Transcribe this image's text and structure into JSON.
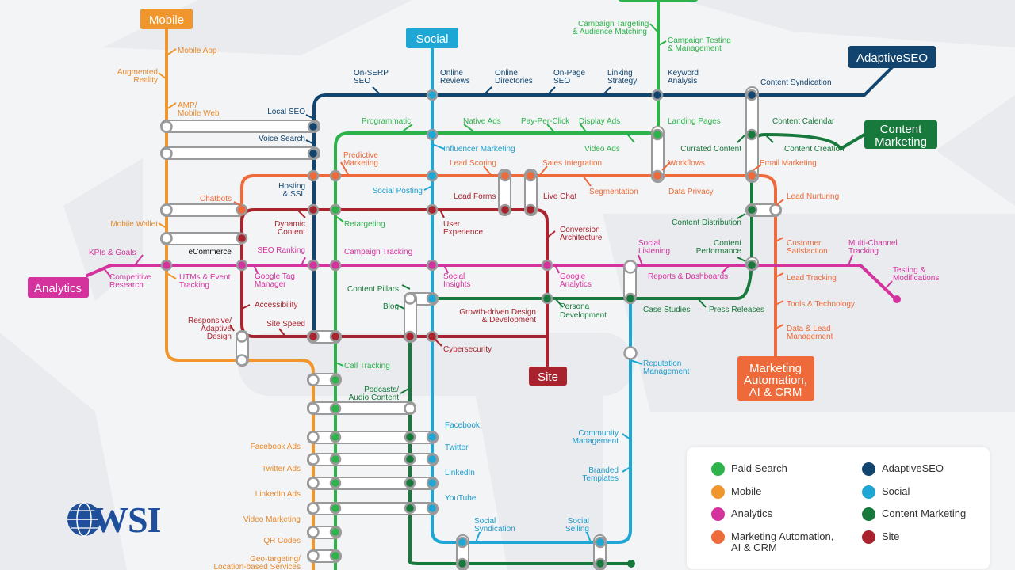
{
  "colors": {
    "paid_search": "#2db34a",
    "mobile": "#f0962c",
    "analytics": "#d4339e",
    "automation": "#ef6a3a",
    "adaptive_seo": "#11456f",
    "social": "#1ea7d4",
    "content": "#17793b",
    "site": "#a8232d"
  },
  "hubs": {
    "mobile": "Mobile",
    "social": "Social",
    "adaptive_seo": "AdaptiveSEO",
    "content_line1": "Content",
    "content_line2": "Marketing",
    "analytics": "Analytics",
    "site": "Site",
    "automation_line1": "Marketing",
    "automation_line2": "Automation,",
    "automation_line3": "AI & CRM"
  },
  "labels": {
    "mobile_app": "Mobile App",
    "ar1": "Augmented",
    "ar2": "Reality",
    "amp1": "AMP/",
    "amp2": "Mobile Web",
    "chatbots": "Chatbots",
    "mobile_wallet": "Mobile Wallet",
    "ecommerce": "eCommerce",
    "kpis": "KPIs & Goals",
    "comp1": "Competitive",
    "comp2": "Research",
    "utm1": "UTMs & Event",
    "utm2": "Tracking",
    "gtm1": "Google Tag",
    "gtm2": "Manager",
    "accessibility": "Accessibility",
    "resp1": "Responsive/",
    "resp2": "Adaptive",
    "resp3": "Design",
    "site_speed": "Site Speed",
    "local_seo": "Local SEO",
    "voice_search": "Voice Search",
    "host1": "Hosting",
    "host2": "& SSL",
    "dyn1": "Dynamic",
    "dyn2": "Content",
    "seo_ranking": "SEO Ranking",
    "onserp1": "On-SERP",
    "onserp2": "SEO",
    "or1": "Online",
    "or2": "Reviews",
    "od1": "Online",
    "od2": "Directories",
    "op1": "On-Page",
    "op2": "SEO",
    "ls1": "Linking",
    "ls2": "Strategy",
    "ka1": "Keyword",
    "ka2": "Analysis",
    "content_syndication": "Content Syndication",
    "ct1": "Campaign Targeting",
    "ct2": "& Audience Matching",
    "cm1": "Campaign Testing",
    "cm2": "& Management",
    "programmatic": "Programmatic",
    "native_ads": "Native Ads",
    "ppc": "Pay-Per-Click",
    "display_ads": "Display Ads",
    "landing_pages": "Landing Pages",
    "content_calendar": "Content Calendar",
    "influencer": "Influencer Marketing",
    "video_ads": "Video Ads",
    "curated": "Currated Content",
    "content_creation": "Content Creation",
    "pa1": "Predictive",
    "pa2": "Marketing",
    "lead_scoring": "Lead Scoring",
    "sales_integration": "Sales Integration",
    "workflows": "Workflows",
    "email": "Email Marketing",
    "social_posting": "Social Posting",
    "lead_forms": "Lead Forms",
    "live_chat": "Live Chat",
    "segmentation": "Segmentation",
    "data_privacy": "Data Privacy",
    "lead_nurturing": "Lead Nurturing",
    "retargeting": "Retargeting",
    "ux1": "User",
    "ux2": "Experience",
    "ca1": "Conversion",
    "ca2": "Architecture",
    "content_distribution": "Content Distribution",
    "cs1": "Customer",
    "cs2": "Satisfaction",
    "mct1": "Multi-Channel",
    "mct2": "Tracking",
    "campaign_tracking": "Campaign Tracking",
    "sl1": "Social",
    "sl2": "Listening",
    "cp1": "Content",
    "cp2": "Performance",
    "tm1": "Testing &",
    "tm2": "Modifications",
    "si1": "Social",
    "si2": "Insights",
    "ga1": "Google",
    "ga2": "Analytics",
    "reports": "Reports & Dashboards",
    "lead_tracking": "Lead Tracking",
    "content_pillars": "Content Pillars",
    "blog": "Blog",
    "pd1": "Persona",
    "pd2": "Development",
    "case_studies": "Case Studies",
    "press": "Press Releases",
    "tools": "Tools & Technology",
    "gd1": "Growth-driven Design",
    "gd2": "& Development",
    "dl1": "Data & Lead",
    "dl2": "Management",
    "cybersecurity": "Cybersecurity",
    "call_tracking": "Call Tracking",
    "rm1": "Reputation",
    "rm2": "Management",
    "pod1": "Podcasts/",
    "pod2": "Audio Content",
    "facebook": "Facebook",
    "twitter": "Twitter",
    "linkedin": "LinkedIn",
    "youtube": "YouTube",
    "facebook_ads": "Facebook Ads",
    "twitter_ads": "Twitter Ads",
    "linkedin_ads": "LinkedIn Ads",
    "video_marketing": "Video Marketing",
    "qr": "QR Codes",
    "geo1": "Geo-targeting/",
    "geo2": "Location-based Services",
    "com1": "Community",
    "com2": "Management",
    "bt1": "Branded",
    "bt2": "Templates",
    "ss1": "Social",
    "ss2": "Syndication",
    "sse1": "Social",
    "sse2": "Selling"
  },
  "legend": {
    "paid_search": "Paid Search",
    "mobile": "Mobile",
    "analytics": "Analytics",
    "automation1": "Marketing Automation,",
    "automation2": "AI & CRM",
    "adaptive_seo": "AdaptiveSEO",
    "social": "Social",
    "content": "Content Marketing",
    "site": "Site"
  },
  "logo": {
    "text": "WSI",
    "icon": "globe-icon"
  }
}
